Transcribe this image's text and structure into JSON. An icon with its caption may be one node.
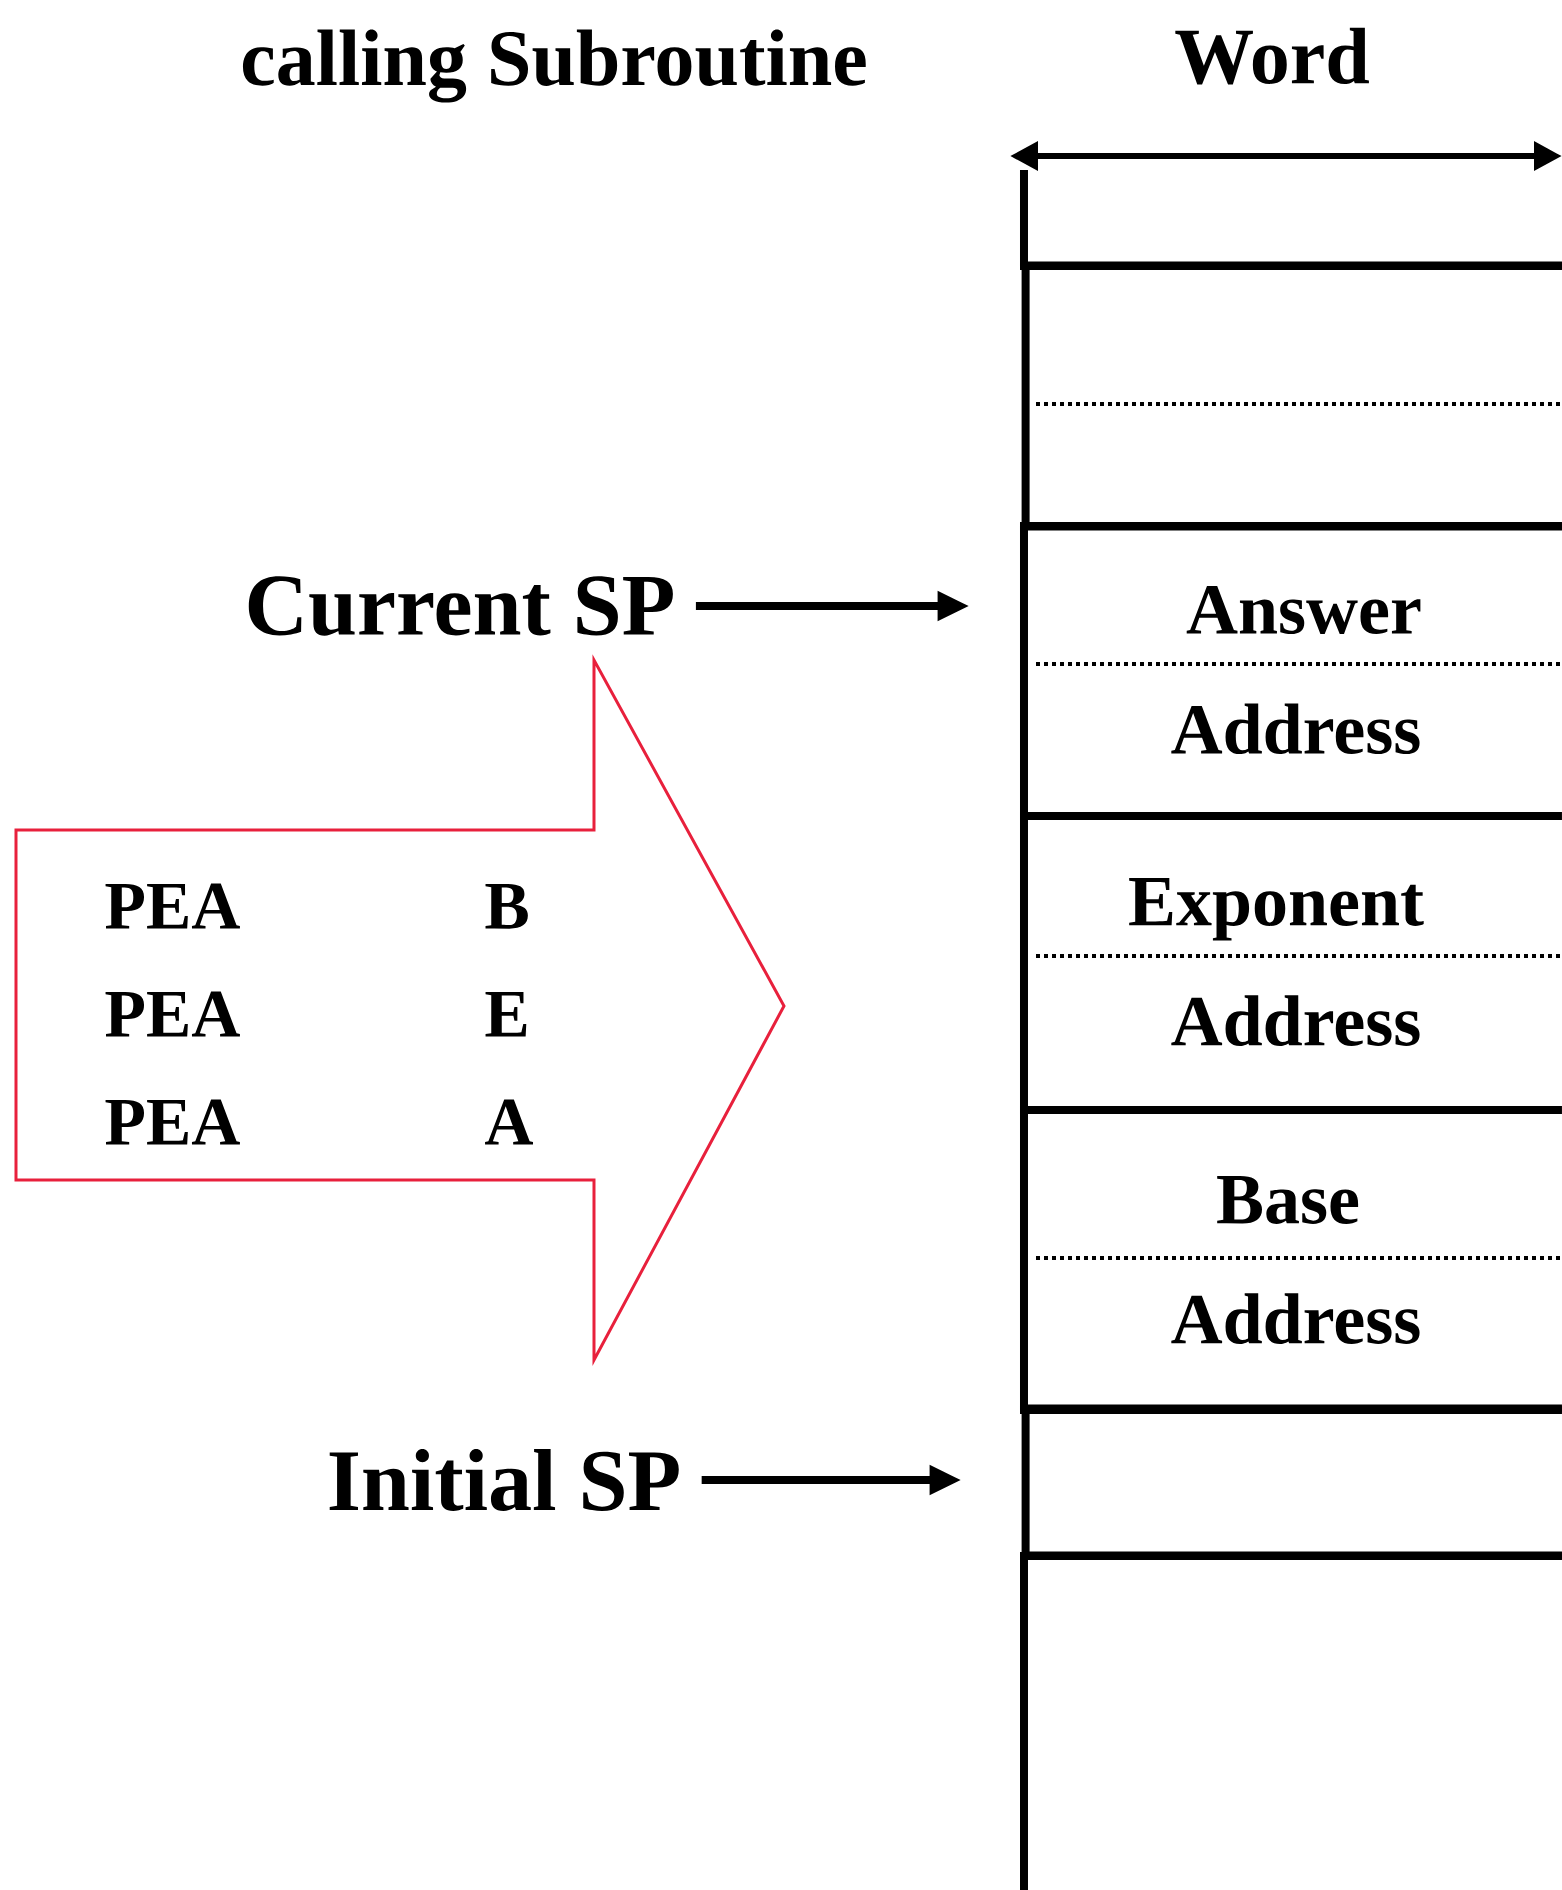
{
  "diagram": {
    "title": "calling Subroutine",
    "nodes": [
      {
        "text": [],
        "shape": "box"
      },
      {
        "text": [
          "Current SP"
        ]
      },
      {
        "text": [
          "Answer",
          "Address"
        ]
      },
      {
        "text": [
          "PEA",
          "B",
          "PEA",
          "E",
          "PEA",
          "A"
        ]
      },
      {
        "text": [
          "Exponent",
          "Address"
        ]
      },
      {
        "text": [
          "Base",
          "Address"
        ]
      },
      {
        "text": [
          "Initial SP"
        ]
      },
      {
        "text": [],
        "shape": "box"
      }
    ],
    "edges": [
      {
        "from": 1,
        "to": 2,
        "arrow": "to"
      },
      {
        "from": 6,
        "to": 7,
        "arrow": "to"
      }
    ],
    "labels": [
      "Word"
    ]
  }
}
